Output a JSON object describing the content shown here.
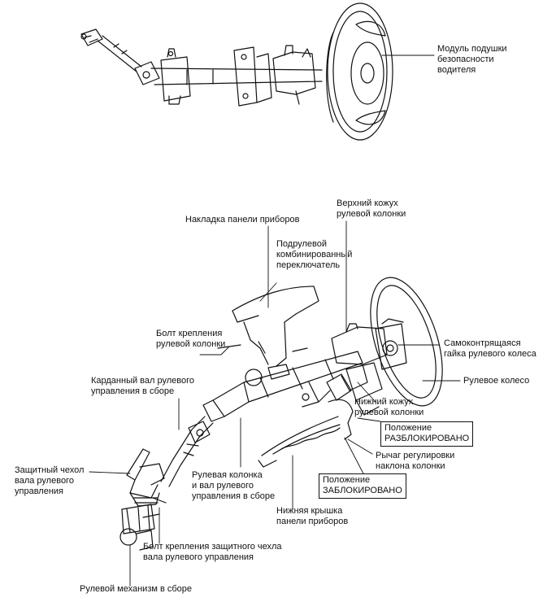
{
  "labels": {
    "airbag_module": "Модуль подушки\nбезопасности\nводителя",
    "upper_cover": "Верхний кожух\nрулевой колонки",
    "dash_trim": "Накладка панели приборов",
    "combo_switch": "Подрулевой\nкомбинированный\nпереключатель",
    "column_bolt": "Болт крепления\nрулевой колонки",
    "selflock_nut": "Самоконтрящаяся\nгайка рулевого колеса",
    "steering_wheel": "Рулевое колесо",
    "universal_joint": "Карданный вал рулевого\nуправления в сборе",
    "lower_cover": "Нижний кожух\nрулевой колонки",
    "unlocked": "Положение\nРАЗБЛОКИРОВАНО",
    "tilt_lever": "Рычаг регулировки\nнаклона колонки",
    "locked": "Положение\nЗАБЛОКИРОВАНО",
    "shaft_boot": "Защитный чехол\nвала рулевого\nуправления",
    "column_assembly": "Рулевая колонка\nи вал рулевого\nуправления в сборе",
    "lower_panel": "Нижняя крышка\nпанели приборов",
    "boot_bolt": "Болт крепления защитного чехла\nвала рулевого управления",
    "gear_assembly": "Рулевой механизм в сборе"
  }
}
